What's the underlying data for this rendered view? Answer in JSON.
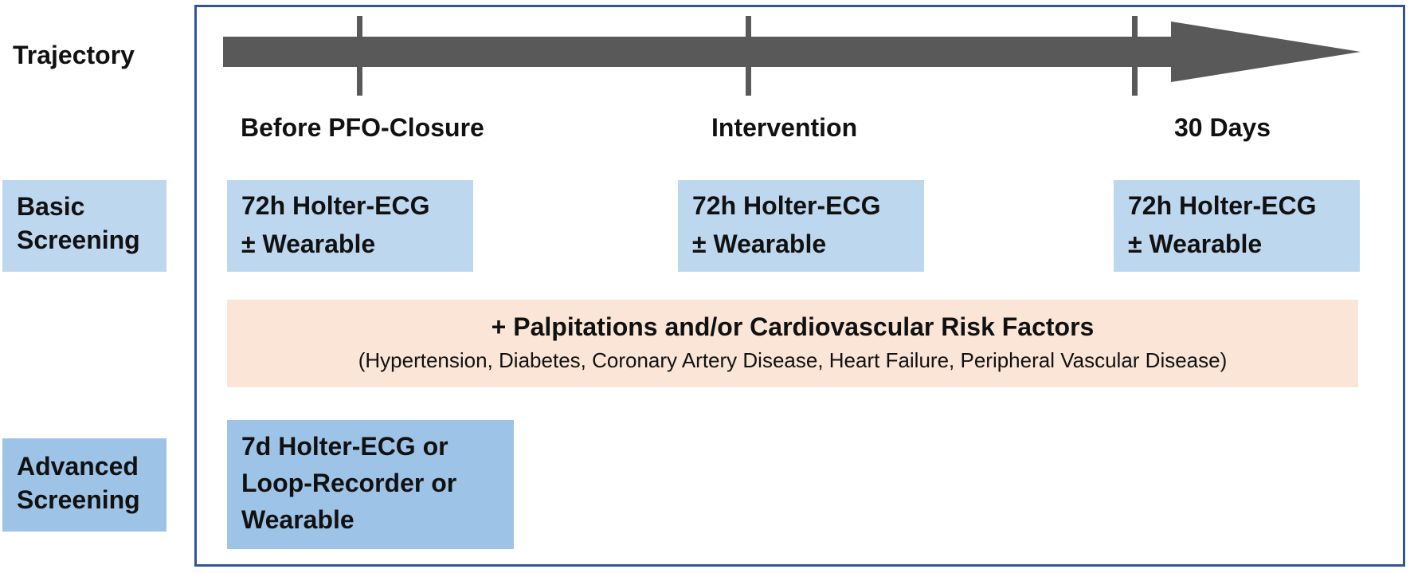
{
  "row_labels": {
    "trajectory": "Trajectory",
    "basic": [
      "Basic",
      "Screening"
    ],
    "advanced": [
      "Advanced",
      "Screening"
    ]
  },
  "milestones": [
    "Before PFO-Closure",
    "Intervention",
    "30 Days"
  ],
  "basic_boxes": [
    [
      "72h Holter-ECG",
      "± Wearable"
    ],
    [
      "72h Holter-ECG",
      "± Wearable"
    ],
    [
      "72h Holter-ECG",
      "± Wearable"
    ]
  ],
  "risk_factors": {
    "title": "+ Palpitations and/or Cardiovascular Risk Factors",
    "subtitle": "(Hypertension, Diabetes, Coronary Artery Disease, Heart Failure, Peripheral Vascular Disease)"
  },
  "advanced_box": [
    "7d Holter-ECG or",
    "Loop-Recorder or",
    "Wearable"
  ],
  "colors": {
    "frame": "#2f5597",
    "arrow": "#595959",
    "tick": "#595959",
    "basic_fill": "#bdd7ee",
    "advanced_fill": "#9dc3e6",
    "risk_fill": "#fbe5d6",
    "text": "#111111"
  }
}
